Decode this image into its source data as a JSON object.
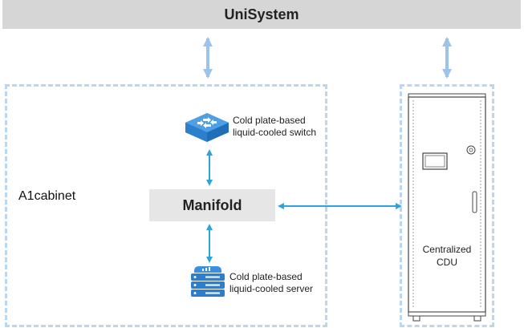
{
  "header": {
    "title": "UniSystem"
  },
  "cabinet": {
    "label": "A1cabinet"
  },
  "switch": {
    "line1": "Cold plate-based",
    "line2": "liquid-cooled switch"
  },
  "manifold": {
    "label": "Manifold"
  },
  "server": {
    "line1": "Cold plate-based",
    "line2": "liquid-cooled server"
  },
  "cdu": {
    "line1": "Centralized",
    "line2": "CDU"
  },
  "colors": {
    "arrow_blue": "#2aa5e0",
    "thick_arrow": "#9cc3ea",
    "dash_border": "#b9d6f3",
    "header_bg": "#d6d6d6"
  }
}
